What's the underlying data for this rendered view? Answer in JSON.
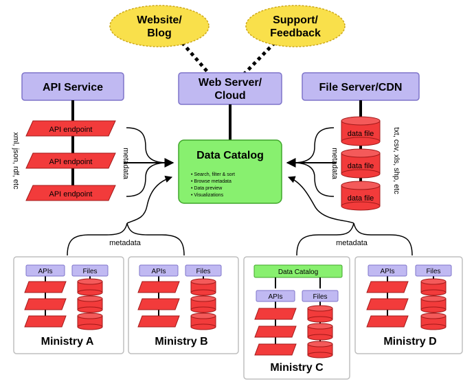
{
  "clouds": {
    "website": {
      "line1": "Website/",
      "line2": "Blog"
    },
    "support": {
      "line1": "Support/",
      "line2": "Feedback"
    }
  },
  "servers": {
    "api_service": "API Service",
    "web_server": {
      "line1": "Web Server/",
      "line2": "Cloud"
    },
    "file_server": "File Server/CDN"
  },
  "api_endpoints": [
    "API endpoint",
    "API endpoint",
    "API endpoint"
  ],
  "data_files": [
    "data file",
    "data file",
    "data file"
  ],
  "side_labels": {
    "api_formats": "xml, json, rdf, etc",
    "file_formats": "txt, csv, xls, shp, etc",
    "metadata_left": "metadata",
    "metadata_right": "metadata",
    "metadata_bottom_left": "metadata",
    "metadata_bottom_right": "metadata"
  },
  "catalog": {
    "title": "Data Catalog",
    "features": [
      "Search, filter & sort",
      "Browse metadata",
      "Data preview",
      "Visualizations"
    ]
  },
  "ministries": [
    {
      "name": "Ministry A",
      "apis_label": "APIs",
      "files_label": "Files"
    },
    {
      "name": "Ministry B",
      "apis_label": "APIs",
      "files_label": "Files"
    },
    {
      "name": "Ministry C",
      "catalog_label": "Data Catalog",
      "apis_label": "APIs",
      "files_label": "Files"
    },
    {
      "name": "Ministry D",
      "apis_label": "APIs",
      "files_label": "Files"
    }
  ],
  "colors": {
    "cloud": "#f9e04b",
    "server": "#c0b9f2",
    "endpoint": "#f23b3b",
    "catalog": "#88f06f",
    "frame": "#bfbfbf"
  }
}
